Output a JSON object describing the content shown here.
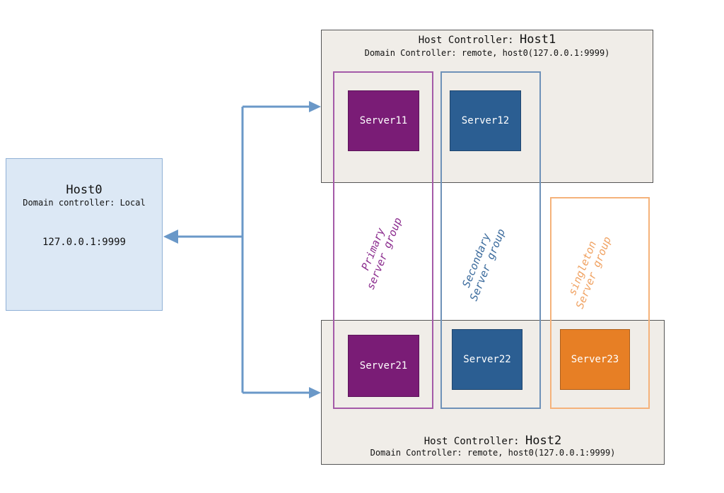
{
  "host0": {
    "title": "Host0",
    "subtitle": "Domain controller: Local",
    "address": "127.0.0.1:9999"
  },
  "host1": {
    "title_prefix": "Host Controller: ",
    "title_name": "Host1",
    "subtitle": "Domain Controller: remote, host0(127.0.0.1:9999)"
  },
  "host2": {
    "title_prefix": "Host Controller: ",
    "title_name": "Host2",
    "subtitle": "Domain Controller: remote, host0(127.0.0.1:9999)"
  },
  "servers": {
    "s11": "Server11",
    "s12": "Server12",
    "s21": "Server21",
    "s22": "Server22",
    "s23": "Server23"
  },
  "groups": {
    "primary": {
      "line1": "Primary",
      "line2": "server group",
      "color": "#8b2c8e"
    },
    "secondary": {
      "line1": "Secondary",
      "line2": "Server group",
      "color": "#3a6a9c"
    },
    "singleton": {
      "line1": "singleton",
      "line2": "Server group",
      "color": "#f0a262"
    }
  },
  "colors": {
    "primary_server": "#7a1c76",
    "secondary_server": "#2b5e92",
    "singleton_server": "#e77f25",
    "arrow": "#6a98c8"
  }
}
